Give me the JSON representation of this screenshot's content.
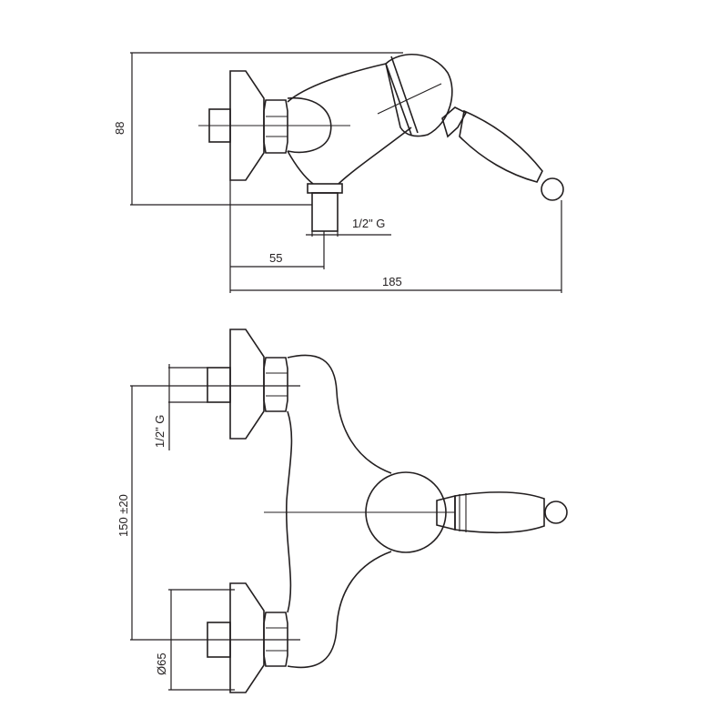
{
  "side_view": {
    "dim_height": "88",
    "dim_thread": "1/2\" G",
    "dim_offset": "55",
    "dim_length": "185"
  },
  "front_view": {
    "dim_thread": "1/2\" G",
    "dim_spacing": "150 ±20",
    "dim_diameter": "Ø65"
  }
}
